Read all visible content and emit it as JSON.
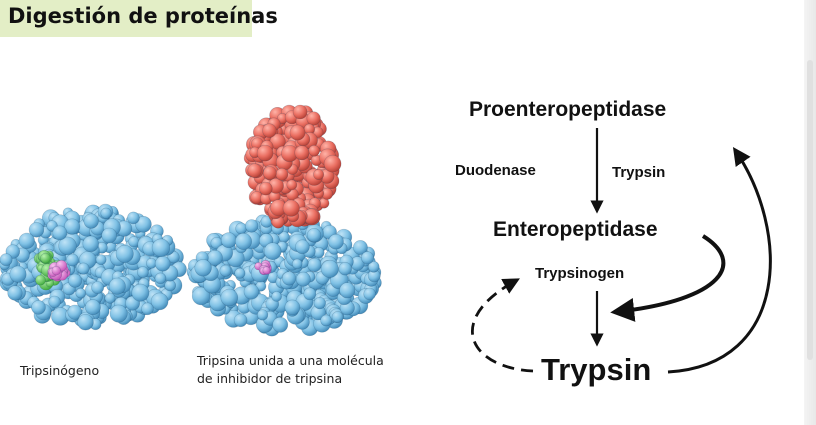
{
  "header": {
    "title": "Digestión de proteínas"
  },
  "captions": {
    "trypsinogen": "Tripsinógeno",
    "trypsin_inhibitor_line1": "Tripsina unida a una molécula",
    "trypsin_inhibitor_line2": "de inhibidor de tripsina"
  },
  "diagram": {
    "proenteropeptidase": "Proenteropeptidase",
    "duodenase": "Duodenase",
    "trypsin_activator": "Trypsin",
    "enteropeptidase": "Enteropeptidase",
    "trypsinogen": "Trypsinogen",
    "trypsin": "Trypsin"
  },
  "colors": {
    "protein_blue": "#79bde2",
    "inhibitor_red": "#e9695c",
    "active_site_green": "#6fd16a",
    "active_site_pink": "#e57bd9",
    "title_band": "#e3eec6"
  }
}
